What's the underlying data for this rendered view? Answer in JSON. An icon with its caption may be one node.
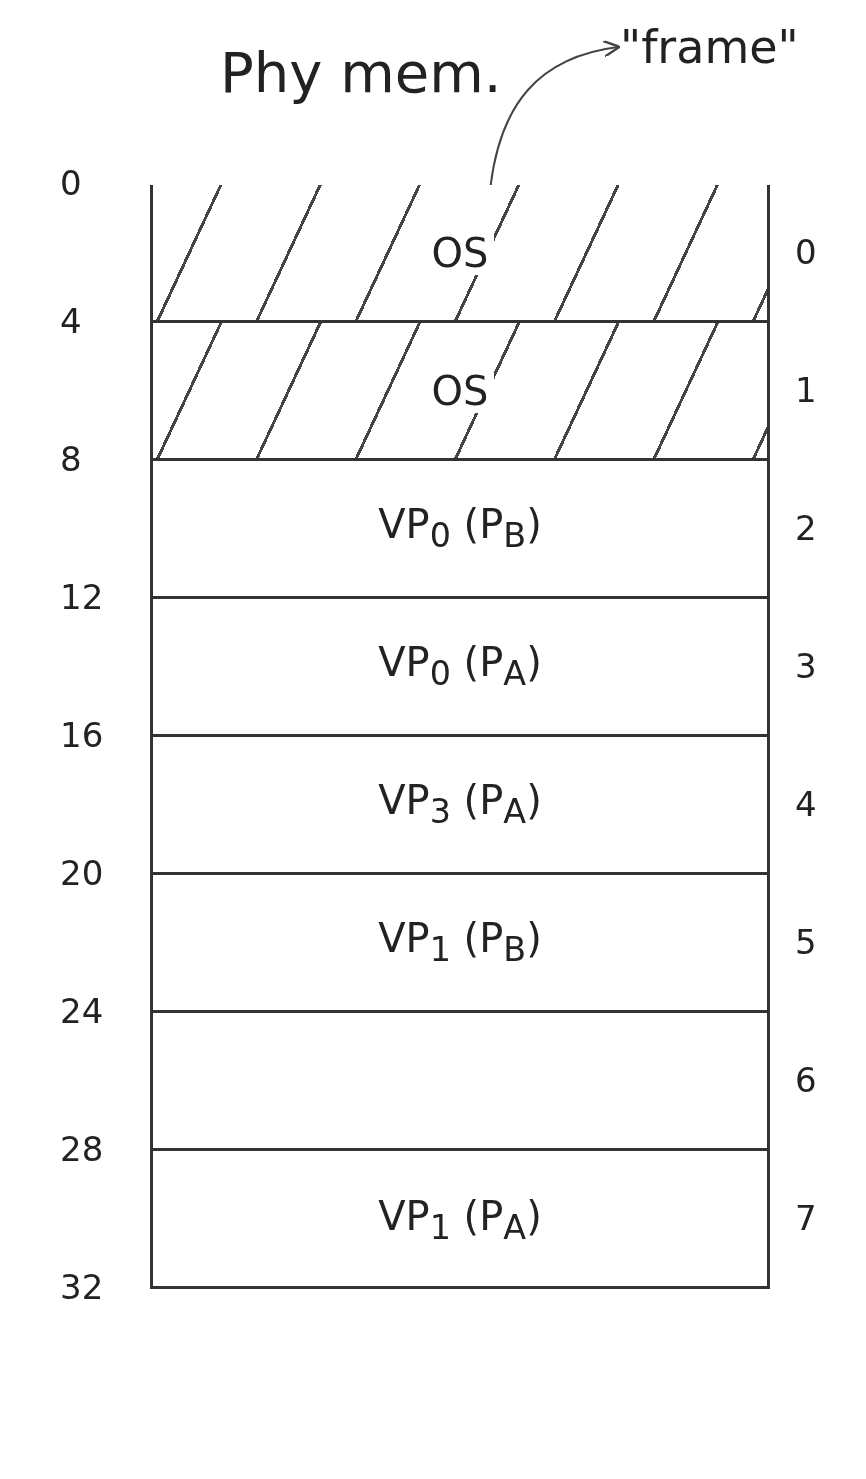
{
  "diagram": {
    "title": "Phy mem.",
    "nodes": [
      {
        "text": [],
        "shape": "box"
      },
      {
        "text": [
          "OS"
        ],
        "in": 0
      },
      {
        "text": [
          "OS"
        ],
        "in": 0
      },
      {
        "text": [
          "VP$_{0}$ (P$_{B}$)"
        ],
        "in": 0
      },
      {
        "text": [
          "VP$_{0}$ (P$_{A}$)"
        ],
        "in": 0
      },
      {
        "text": [
          "VP$_{3}$ (P$_{A}$)"
        ],
        "in": 0
      },
      {
        "text": [
          "VP$_{1}$ (P$_{B}$)"
        ],
        "in": 0
      },
      {
        "text": [],
        "shape": "box",
        "in": 0
      },
      {
        "text": [
          "VP$_{1}$ (P$_{A}$)"
        ],
        "in": 0
      },
      {
        "text": [
          "\"frame\""
        ]
      }
    ],
    "edges": [
      {
        "from": 1,
        "to": 9,
        "arrow": "to"
      }
    ],
    "labels": [
      "0",
      "0",
      "4",
      "1",
      "8",
      "2",
      "12",
      "3",
      "16",
      "4",
      "20",
      "5",
      "24",
      "6",
      "28",
      "7",
      "32"
    ]
  }
}
